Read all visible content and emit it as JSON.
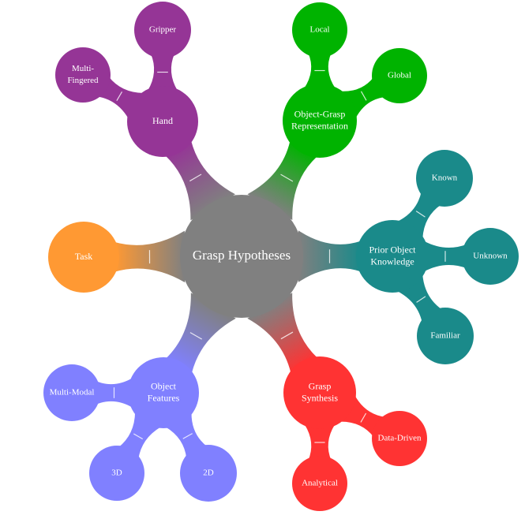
{
  "center": {
    "label": "Grasp Hypotheses",
    "color": "#808080"
  },
  "branches": [
    {
      "id": "hand",
      "lines": [
        "Hand"
      ],
      "color": "#953596",
      "children": [
        {
          "id": "gripper",
          "lines": [
            "Gripper"
          ]
        },
        {
          "id": "multi-fingered",
          "lines": [
            "Multi-",
            "Fingered"
          ]
        }
      ]
    },
    {
      "id": "ogr",
      "lines": [
        "Object-Grasp",
        "Representation"
      ],
      "color": "#00b300",
      "children": [
        {
          "id": "local",
          "lines": [
            "Local"
          ]
        },
        {
          "id": "global",
          "lines": [
            "Global"
          ]
        }
      ]
    },
    {
      "id": "pok",
      "lines": [
        "Prior Object",
        "Knowledge"
      ],
      "color": "#1a8a8a",
      "children": [
        {
          "id": "known",
          "lines": [
            "Known"
          ]
        },
        {
          "id": "unknown",
          "lines": [
            "Unknown"
          ]
        },
        {
          "id": "familiar",
          "lines": [
            "Familiar"
          ]
        }
      ]
    },
    {
      "id": "synthesis",
      "lines": [
        "Grasp",
        "Synthesis"
      ],
      "color": "#ff3333",
      "children": [
        {
          "id": "data-driven",
          "lines": [
            "Data-Driven"
          ]
        },
        {
          "id": "analytical",
          "lines": [
            "Analytical"
          ]
        }
      ]
    },
    {
      "id": "features",
      "lines": [
        "Object",
        "Features"
      ],
      "color": "#8080ff",
      "children": [
        {
          "id": "multi-modal",
          "lines": [
            "Multi-Modal"
          ]
        },
        {
          "id": "3d",
          "lines": [
            "3D"
          ]
        },
        {
          "id": "2d",
          "lines": [
            "2D"
          ]
        }
      ]
    },
    {
      "id": "task",
      "lines": [
        "Task"
      ],
      "color": "#ff9933",
      "children": []
    }
  ]
}
